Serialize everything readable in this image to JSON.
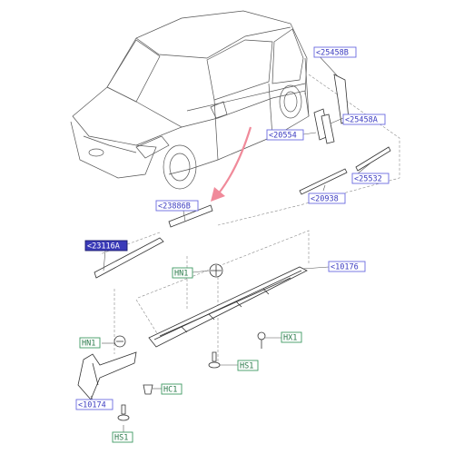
{
  "colors": {
    "callout_border": "#6a6ae0",
    "callout_text": "#3a3ac0",
    "fastener_border": "#3f9a63",
    "fastener_text": "#2a7a4a",
    "selected_fill": "#3a3ab8",
    "arrow": "#f08a9a"
  },
  "callouts": {
    "c25458b": "<25458B",
    "c25458a": "<25458A",
    "c20554": "<20554",
    "c25532": "<25532",
    "c20938": "<20938",
    "c23886b": "<23886B",
    "c23116a": "<23116A",
    "c10176": "<10176",
    "c10174": "<10174"
  },
  "fasteners": {
    "hn1_top": "HN1",
    "hn1_left": "HN1",
    "hx1": "HX1",
    "hs1_right": "HS1",
    "hc1": "HC1",
    "hs1_bottom": "HS1"
  }
}
